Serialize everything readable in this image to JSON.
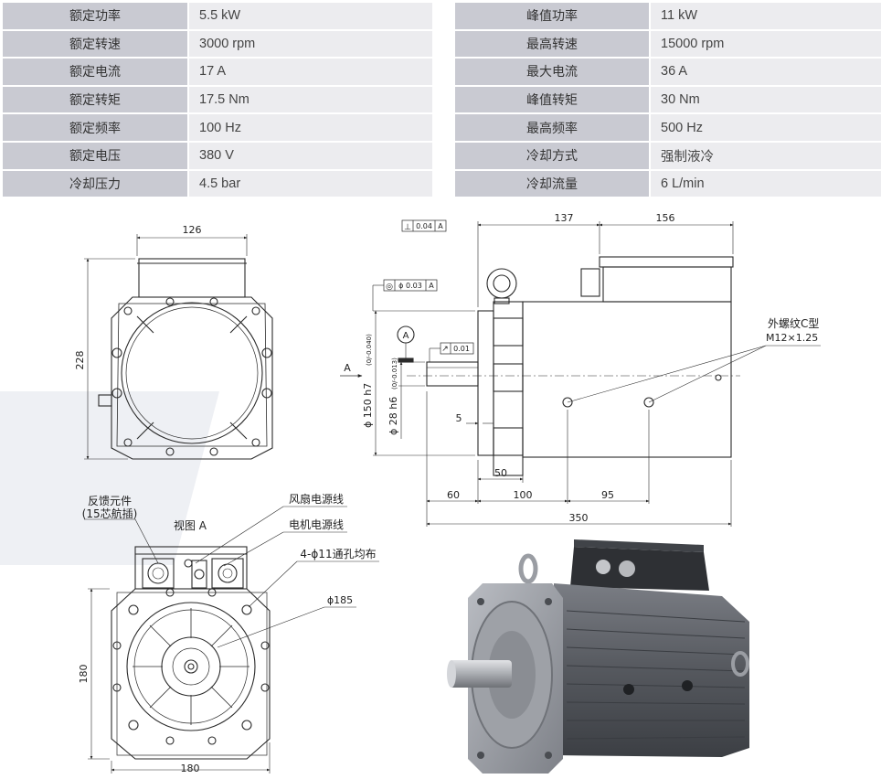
{
  "specs_left": [
    {
      "label": "额定功率",
      "value": "5.5 kW"
    },
    {
      "label": "额定转速",
      "value": "3000 rpm"
    },
    {
      "label": "额定电流",
      "value": "17 A"
    },
    {
      "label": "额定转矩",
      "value": "17.5 Nm"
    },
    {
      "label": "额定频率",
      "value": "100 Hz"
    },
    {
      "label": "额定电压",
      "value": "380 V"
    },
    {
      "label": "冷却压力",
      "value": "4.5 bar"
    }
  ],
  "specs_right": [
    {
      "label": "峰值功率",
      "value": "11 kW"
    },
    {
      "label": "最高转速",
      "value": "15000 rpm"
    },
    {
      "label": "最大电流",
      "value": "36 A"
    },
    {
      "label": "峰值转矩",
      "value": "30 Nm"
    },
    {
      "label": "最高频率",
      "value": "500 Hz"
    },
    {
      "label": "冷却方式",
      "value": "强制液冷"
    },
    {
      "label": "冷却流量",
      "value": "6 L/min"
    }
  ],
  "front_view": {
    "dim_width": "126",
    "dim_height": "228"
  },
  "side_view": {
    "tol_perp": "0.04",
    "datum": "A",
    "tol_circ": "ϕ 0.03",
    "tol_runout": "0.01",
    "dim_137": "137",
    "dim_156": "156",
    "dia_flange": "ϕ 150 h7",
    "dia_flange_tol": "(0/-0.040)",
    "dia_shaft": "ϕ 28 h6",
    "dia_shaft_tol": "(0/-0.013)",
    "dim_5": "5",
    "dim_50": "50",
    "dim_60": "60",
    "dim_100": "100",
    "dim_95": "95",
    "dim_350": "350",
    "arrow_label": "A",
    "thread_label_1": "外螺纹C型",
    "thread_label_2": "M12×1.25"
  },
  "view_a": {
    "title": "视图 A",
    "feedback_1": "反馈元件",
    "feedback_2": "(15芯航插)",
    "fan_cable": "风扇电源线",
    "motor_cable": "电机电源线",
    "holes": "4-ϕ11通孔均布",
    "dia": "ϕ185",
    "dim_height": "180",
    "dim_width": "180"
  },
  "colors": {
    "key_bg": "#c9cad2",
    "val_bg": "#ececef",
    "line": "#2a2a2a",
    "motor_body": "#5a5d63"
  }
}
